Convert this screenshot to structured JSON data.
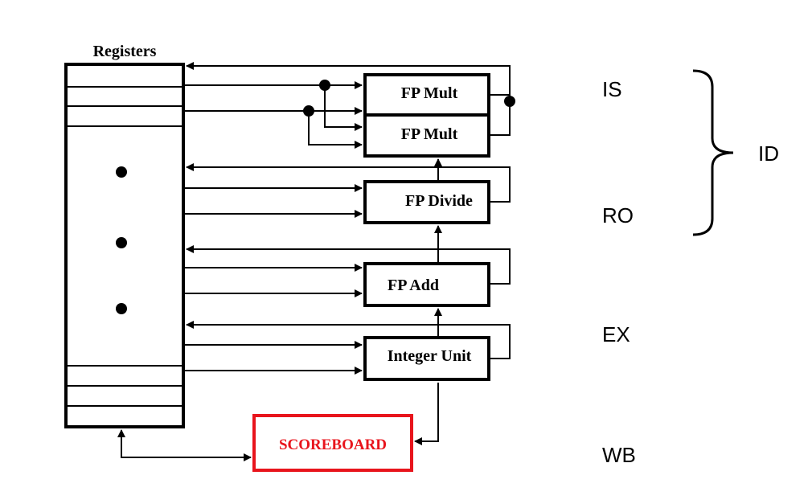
{
  "registers": {
    "label": "Registers"
  },
  "units": {
    "fp_mult_1": "FP Mult",
    "fp_mult_2": "FP Mult",
    "fp_divide": "FP Divide",
    "fp_add": "FP Add",
    "integer_unit": "Integer Unit"
  },
  "scoreboard": {
    "label": "SCOREBOARD",
    "color": "#e8141c"
  },
  "stages": {
    "is": "IS",
    "ro": "RO",
    "id": "ID",
    "ex": "EX",
    "wb": "WB"
  }
}
